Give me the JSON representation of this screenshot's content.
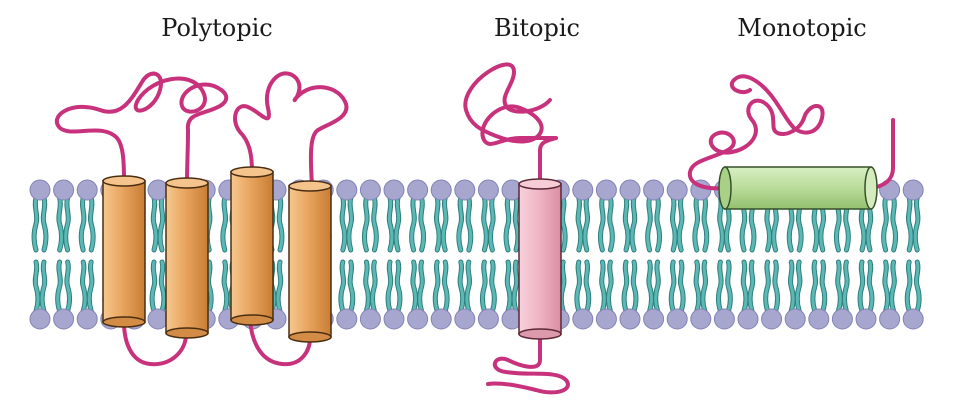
{
  "labels": {
    "polytopic": "Polytopic",
    "bitopic": "Bitopic",
    "monotopic": "Monotopic"
  },
  "colors": {
    "head": "#a7a6cf",
    "head_stroke": "#8283b5",
    "tail": "#5bb8b5",
    "tail_stroke": "#2f7f7d",
    "chain": "#c8317b",
    "polytopic_helix": "#e8a560",
    "bitopic_helix": "#efb3c3",
    "monotopic_helix": "#b9dc9a"
  },
  "proteins": [
    {
      "name": "polytopic",
      "helix_count": 4
    },
    {
      "name": "bitopic",
      "helix_count": 1
    },
    {
      "name": "monotopic",
      "helix_count": 1
    }
  ]
}
